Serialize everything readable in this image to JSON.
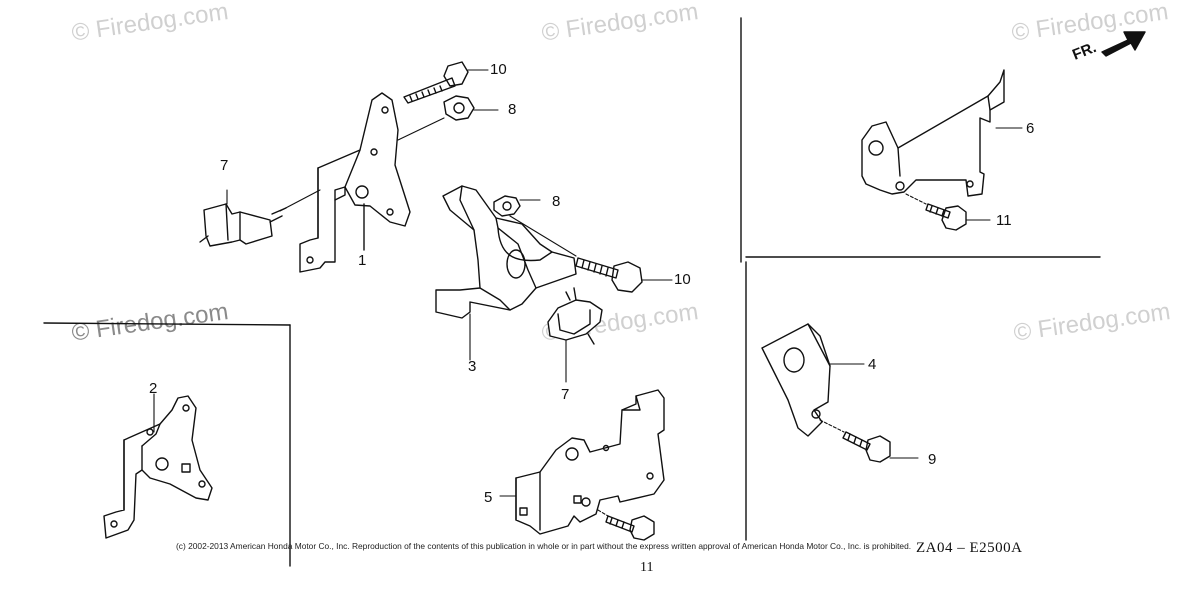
{
  "watermark": {
    "text": "© Firedog.com",
    "color_light": "#d0d0d0",
    "color_dark": "#8a8a8a"
  },
  "callouts": {
    "p1": "1",
    "p2": "2",
    "p3": "3",
    "p4": "4",
    "p5": "5",
    "p6": "6",
    "p7a": "7",
    "p7b": "7",
    "p8a": "8",
    "p8b": "8",
    "p9": "9",
    "p10a": "10",
    "p10b": "10",
    "p11": "11"
  },
  "direction_label": "FR.",
  "footer_text": "(c) 2002-2013 American Honda Motor Co., Inc. Reproduction of the contents of this publication in whole or in part without the express written approval of American Honda Motor Co., Inc. is prohibited.",
  "diagram_code": "ZA04 – E2500A",
  "page_mark": "11"
}
